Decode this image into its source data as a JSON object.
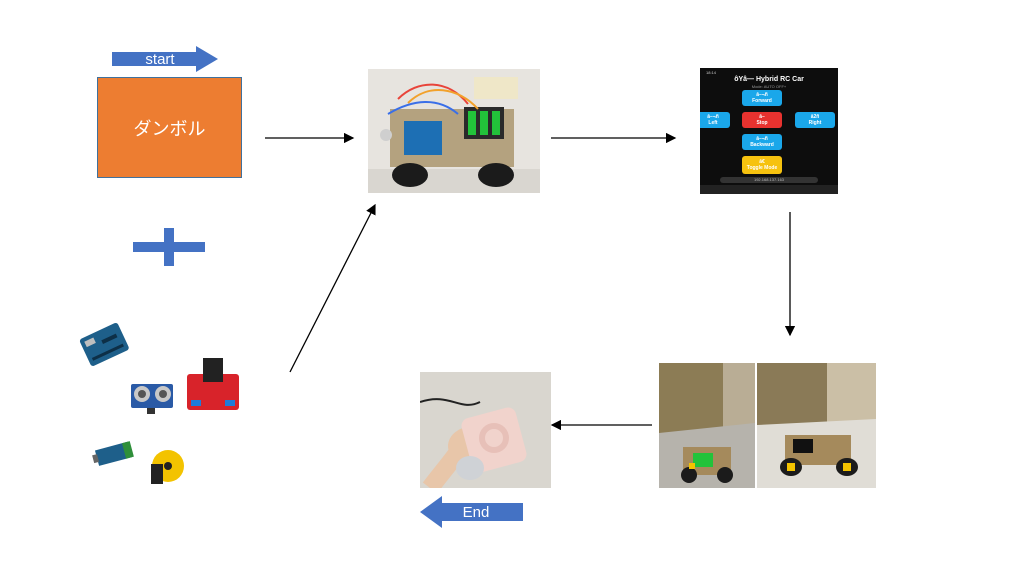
{
  "start_label": "start",
  "end_label": "End",
  "center_box_text": "ダンボル",
  "phone": {
    "status_time": "18:14",
    "app_title": "ôYâ— Hybrid RC Car",
    "subtitle": "Mode: AUTO OFF+",
    "url_bar": "192.168.137.163",
    "buttons": [
      {
        "code": "â–¬ñ",
        "label": "Forward",
        "color": "#1aa7ea"
      },
      {
        "code": "â–¬ñ",
        "label": "Left",
        "color": "#1aa7ea"
      },
      {
        "code": "â–",
        "label": "Stop",
        "color": "#e8322f"
      },
      {
        "code": "â2ñ",
        "label": "Right",
        "color": "#1aa7ea"
      },
      {
        "code": "â–¬ñ",
        "label": "Backward",
        "color": "#1aa7ea"
      },
      {
        "code": "â€",
        "label": "Toggle Mode",
        "color": "#f6c20f"
      }
    ]
  },
  "colors": {
    "arrow_blue": "#4472c4",
    "box_orange": "#ed7d31",
    "plus_blue": "#4472c4"
  }
}
